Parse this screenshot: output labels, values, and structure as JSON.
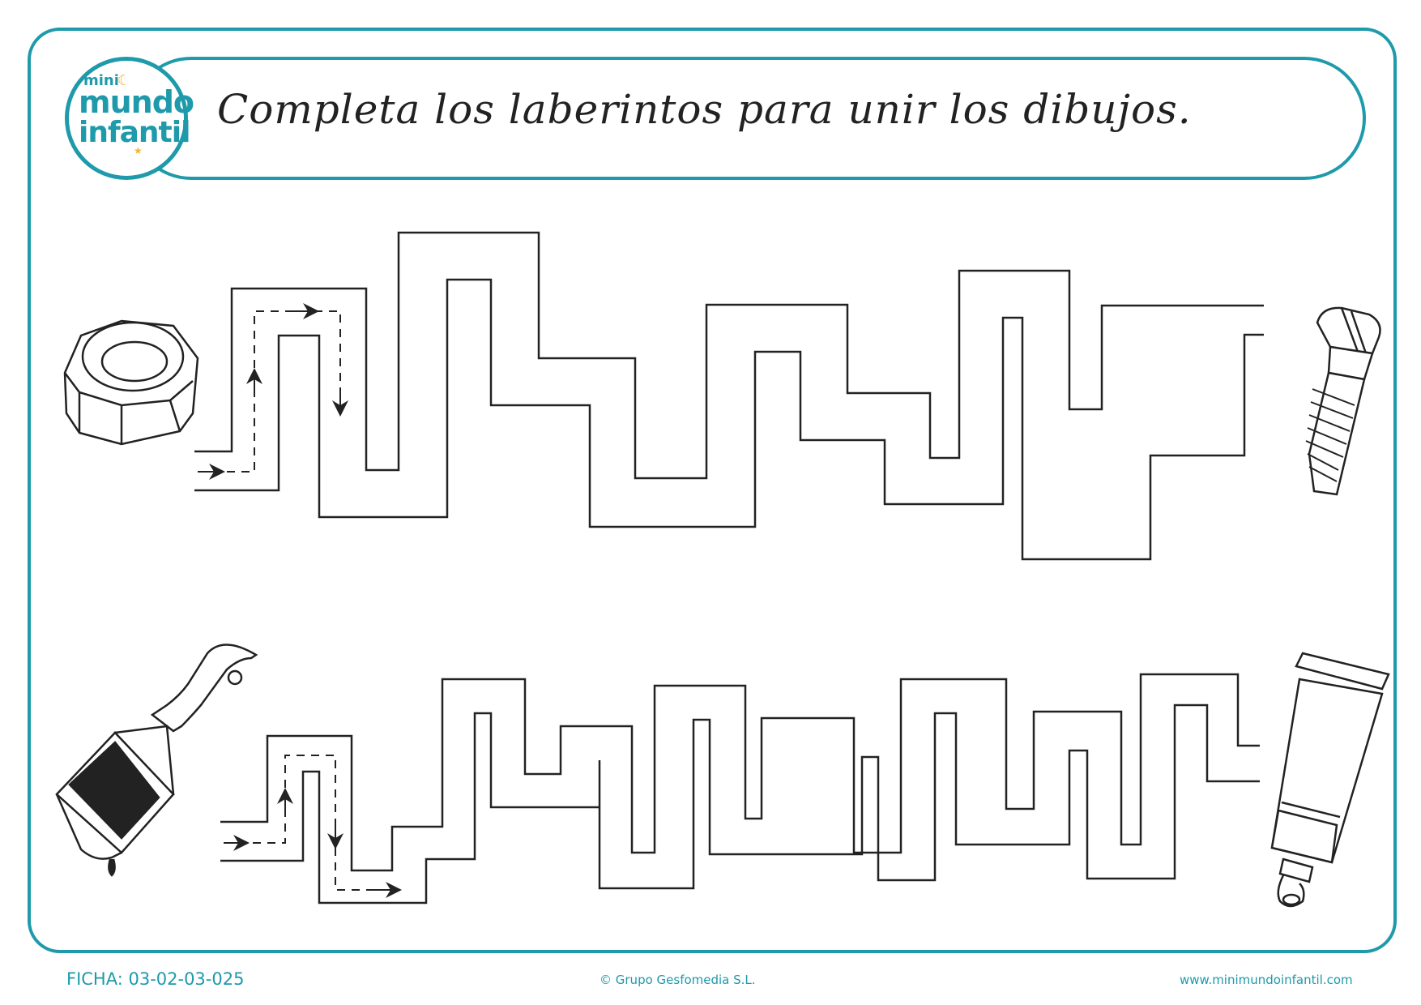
{
  "worksheet": {
    "instruction": "Completa los laberintos para unir los dibujos."
  },
  "logo": {
    "line1": "mini",
    "line2": "mundo",
    "line3": "infantil"
  },
  "footer": {
    "code": "FICHA: 03-02-03-025",
    "copyright": "© Grupo Gesfomedia S.L.",
    "website": "www.minimundoinfantil.com"
  },
  "colors": {
    "accent": "#1e9aab",
    "ink": "#222222",
    "logo_highlight": "#f2b632"
  },
  "mazes": [
    {
      "start_picture": "hex-nut-icon",
      "end_picture": "screw-icon"
    },
    {
      "start_picture": "paintbrush-icon",
      "end_picture": "paint-tube-icon"
    }
  ]
}
